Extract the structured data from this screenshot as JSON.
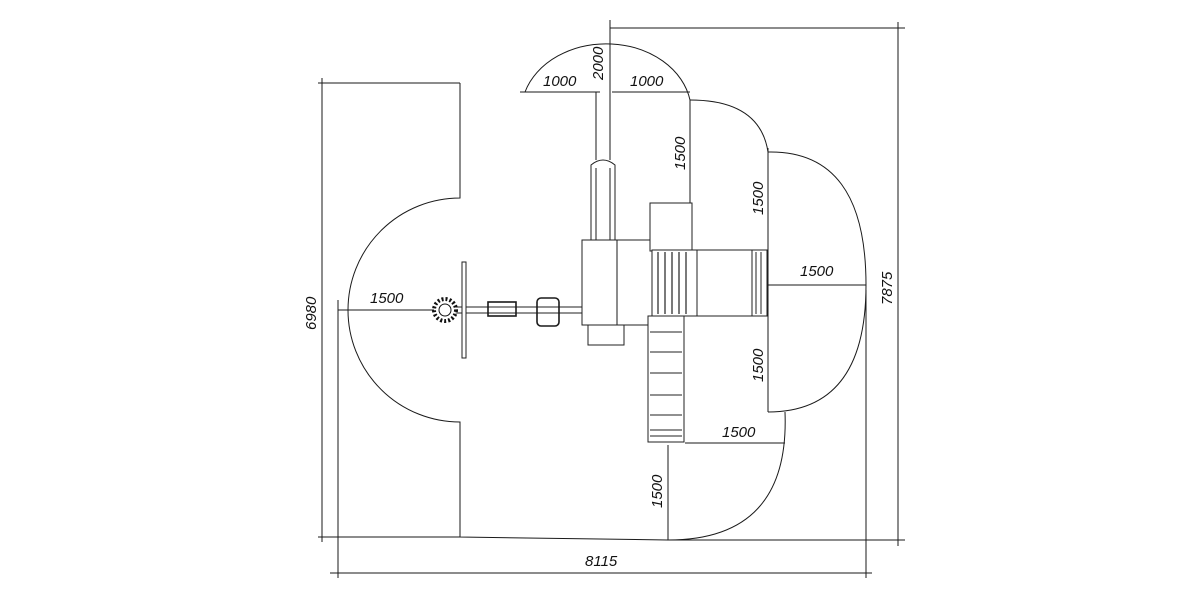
{
  "drawing": {
    "dimensions": {
      "top_left_radius": "1000",
      "top_height": "2000",
      "top_right_radius": "1000",
      "right_upper_1": "1500",
      "right_upper_2": "1500",
      "right_middle": "1500",
      "right_lower": "1500",
      "bottom_slide": "1500",
      "bottom_vertical": "1500",
      "left_swing": "1500",
      "overall_height_left": "6980",
      "overall_height_right": "7875",
      "overall_width": "8115"
    }
  }
}
